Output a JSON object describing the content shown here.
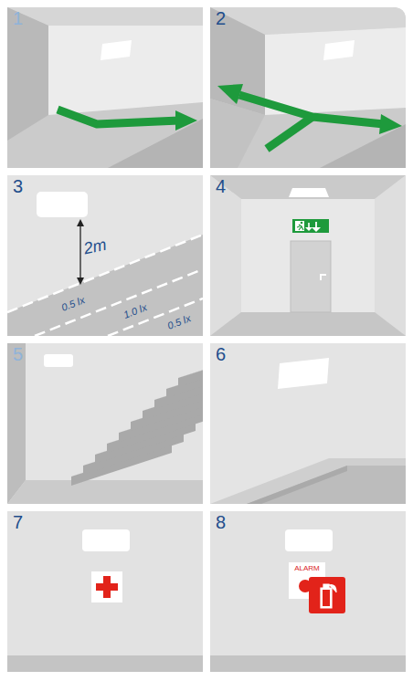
{
  "diagram": {
    "labels": [
      "1",
      "2",
      "3",
      "4",
      "5",
      "6",
      "7",
      "8",
      "2m",
      "0.5 lx",
      "1.0 lx",
      "0.5 lx",
      "ALARM"
    ]
  }
}
